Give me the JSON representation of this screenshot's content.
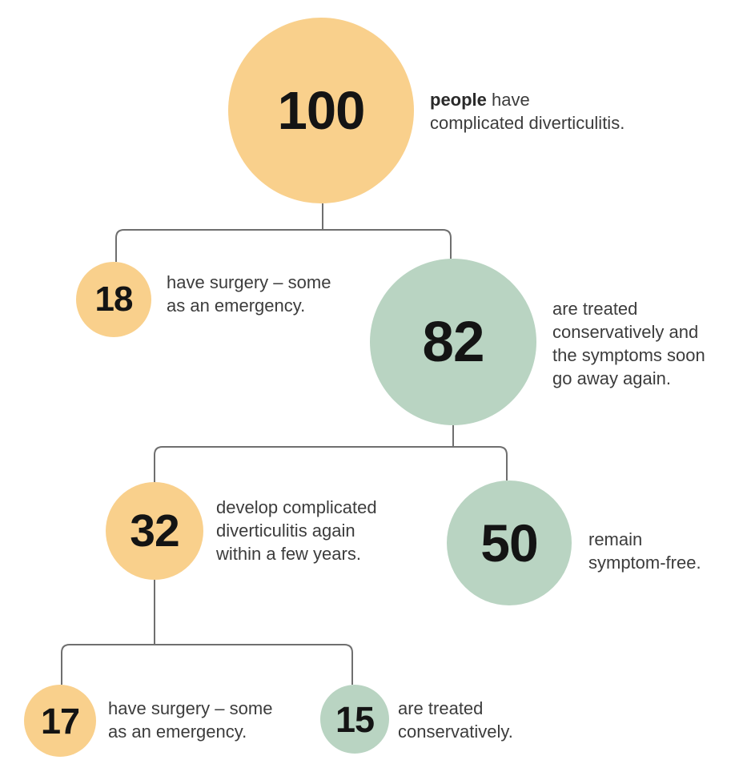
{
  "diagram": {
    "type": "tree-pictograph",
    "colors": {
      "orange_circle": "#F9D08C",
      "green_circle": "#B9D4C2",
      "connector_line": "#6F6F6F",
      "label_text": "#3C3C3C",
      "number_text": "#141414",
      "background": "#FFFFFF"
    },
    "nodes": [
      {
        "id": "n100",
        "value": "100",
        "color": "orange",
        "label_bold": "people",
        "label_rest": " have\ncomplicated diverticulitis.",
        "children": [
          "n18",
          "n82"
        ]
      },
      {
        "id": "n18",
        "value": "18",
        "color": "orange",
        "label_bold": "",
        "label_rest": "have surgery – some\nas an emergency.",
        "children": []
      },
      {
        "id": "n82",
        "value": "82",
        "color": "green",
        "label_bold": "",
        "label_rest": "are treated\nconservatively and\nthe symptoms soon\ngo away again.",
        "children": [
          "n32",
          "n50"
        ]
      },
      {
        "id": "n32",
        "value": "32",
        "color": "orange",
        "label_bold": "",
        "label_rest": "develop complicated\ndiverticulitis again\nwithin a few years.",
        "children": [
          "n17",
          "n15"
        ]
      },
      {
        "id": "n50",
        "value": "50",
        "color": "green",
        "label_bold": "",
        "label_rest": "remain\nsymptom-free.",
        "children": []
      },
      {
        "id": "n17",
        "value": "17",
        "color": "orange",
        "label_bold": "",
        "label_rest": "have surgery – some\nas an emergency.",
        "children": []
      },
      {
        "id": "n15",
        "value": "15",
        "color": "green",
        "label_bold": "",
        "label_rest": "are treated\nconservatively.",
        "children": []
      }
    ]
  }
}
